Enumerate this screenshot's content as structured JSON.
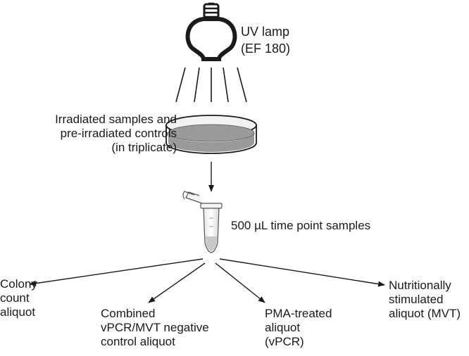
{
  "lamp": {
    "label_lines": [
      "UV lamp",
      "(EF 180)"
    ],
    "icon": "light-bulb-icon"
  },
  "dish": {
    "label_lines": [
      "Irradiated samples and",
      "pre-irradiated controls",
      "(in triplicate)"
    ],
    "icon": "petri-dish-icon"
  },
  "tube": {
    "label": "500 µL time point samples",
    "icon": "microcentrifuge-tube-icon"
  },
  "aliquots": [
    {
      "id": "colony",
      "lines": [
        "Colony",
        "count",
        "aliquot"
      ]
    },
    {
      "id": "combined",
      "lines": [
        "Combined",
        "vPCR/MVT negative",
        "control aliquot"
      ]
    },
    {
      "id": "pma",
      "lines": [
        "PMA-treated",
        "aliquot",
        "(vPCR)"
      ]
    },
    {
      "id": "nutritional",
      "lines": [
        "Nutritionally",
        "stimulated",
        "aliquot (MVT)"
      ]
    }
  ],
  "colors": {
    "line": "#1a1a1a",
    "liquid": "#9a9a9a",
    "liquid_tube": "#c8c8c8"
  }
}
